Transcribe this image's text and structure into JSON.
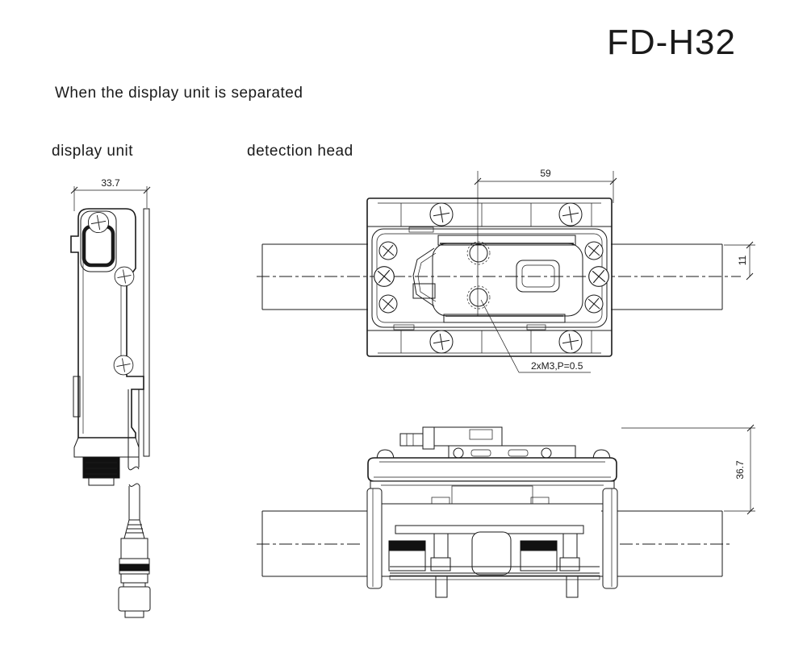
{
  "page": {
    "title": "FD-H32",
    "caption": "When the display unit is separated"
  },
  "views": {
    "display_unit": {
      "label": "display unit",
      "dimensions": {
        "body_width": "33.7"
      }
    },
    "detection_head": {
      "label": "detection head",
      "top_view": {
        "dimensions": {
          "center_to_edge": "59",
          "pipe_top_to_center": "11"
        },
        "thread_callout": "2xM3,P=0.5"
      },
      "front_view": {
        "dimensions": {
          "height_above_pipe": "36.7"
        }
      }
    }
  },
  "colors": {
    "line": "#1a1a1a",
    "background": "#ffffff"
  }
}
